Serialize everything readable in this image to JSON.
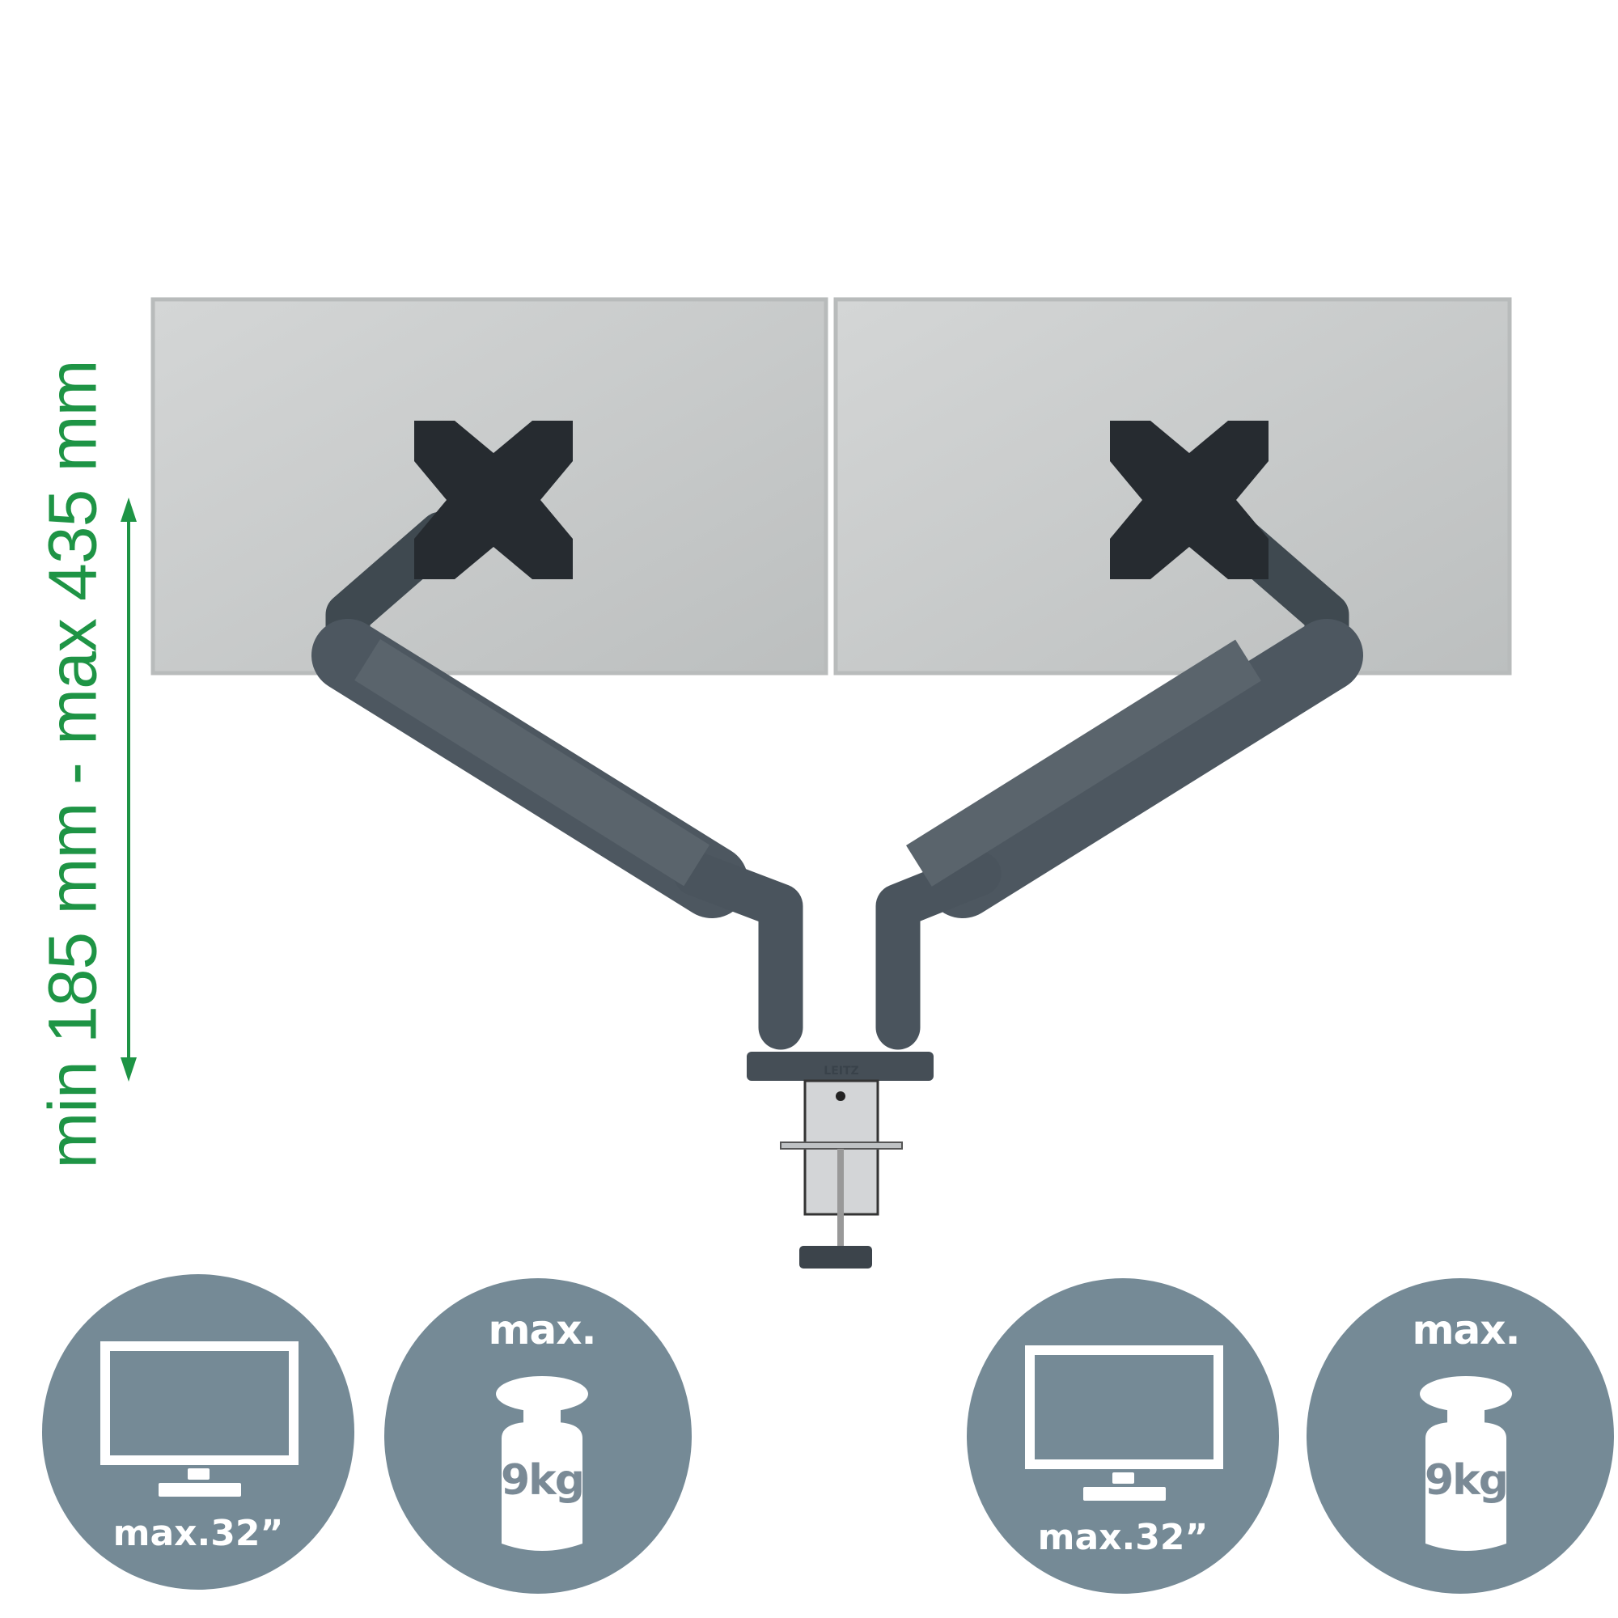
{
  "dimension_label": "min 185 mm - max 435 mm",
  "brand": "LEITZ",
  "badges": [
    {
      "icon": "monitor-icon",
      "text": "max.32”"
    },
    {
      "icon": "weight-icon",
      "top": "max.",
      "text": "9kg"
    },
    {
      "icon": "monitor-icon",
      "text": "max.32”"
    },
    {
      "icon": "weight-icon",
      "top": "max.",
      "text": "9kg"
    }
  ],
  "colors": {
    "badge": "#758a96",
    "accent": "#1e9445",
    "arm": "#4a545d",
    "screen": "#cfd1d1"
  }
}
